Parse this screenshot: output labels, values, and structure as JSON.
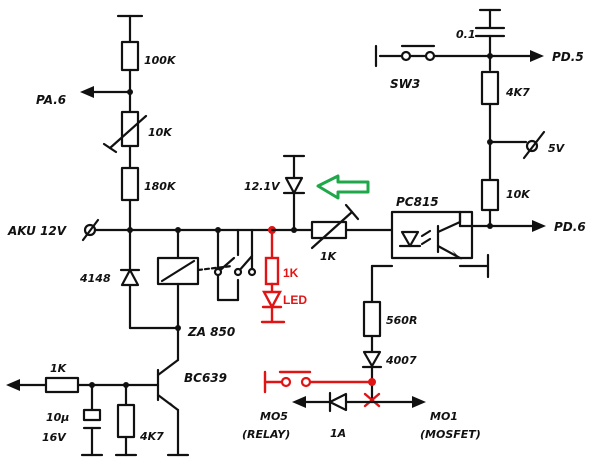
{
  "labels": {
    "r100k": "100K",
    "pa6": "PA.6",
    "pot10k": "10K",
    "r180k": "180K",
    "aku": "AKU 12V",
    "d4148": "4148",
    "za850": "ZA 850",
    "volt121": "12.1V",
    "pot1k": "1K",
    "r1k_led": "1K",
    "led": "LED",
    "pc815": "PC815",
    "c01": "0.1",
    "sw3": "SW3",
    "pd5": "PD.5",
    "r4k7_top": "4K7",
    "v5": "5V",
    "r10k_right": "10K",
    "pd6": "PD.6",
    "r560": "560R",
    "d4007": "4007",
    "r1k_base": "1K",
    "bc639": "BC639",
    "c10u": "10μ",
    "v16": "16V",
    "r4k7_bot": "4K7",
    "mo5": "MO5",
    "relay": "(RELAY)",
    "d1a": "1A",
    "mo1": "MO1",
    "mosfet": "(MOSFET)"
  },
  "colors": {
    "ink": "#111111",
    "mod_red": "#e01414",
    "arrow_green": "#1ea84a"
  }
}
